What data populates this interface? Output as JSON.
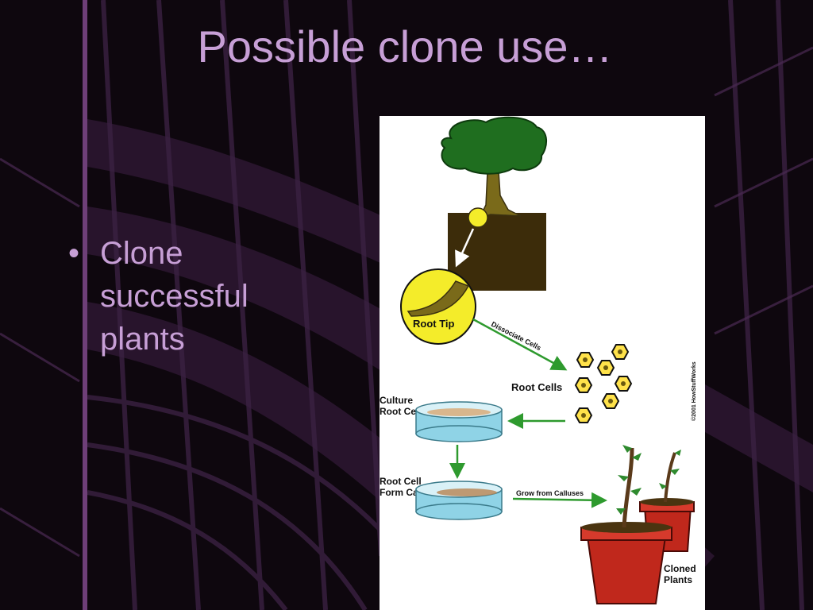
{
  "slide": {
    "title": "Possible clone use…",
    "bullets": [
      "Clone successful plants"
    ]
  },
  "diagram": {
    "labels": {
      "root_tip": "Root Tip",
      "dissociate_cells": "Dissociate Cells",
      "root_cells": "Root Cells",
      "culture_line1": "Culture",
      "culture_line2": "Root Cells",
      "callus_line1": "Root Cell",
      "callus_line2": "Form Calluses",
      "grow": "Grow from Calluses",
      "cloned_line1": "Cloned",
      "cloned_line2": "Plants",
      "copyright": "©2001 HowStuffWorks"
    }
  },
  "colors": {
    "title_text": "#c79fd6",
    "background": "#0d070d",
    "accent_bar": "#6e3f78",
    "arrow_green": "#2e9a2e",
    "pot_red": "#c0281c",
    "root_tip_yellow": "#f4ec2a",
    "soil_brown": "#3c2c0a",
    "dish_blue": "#8fd3e6"
  }
}
